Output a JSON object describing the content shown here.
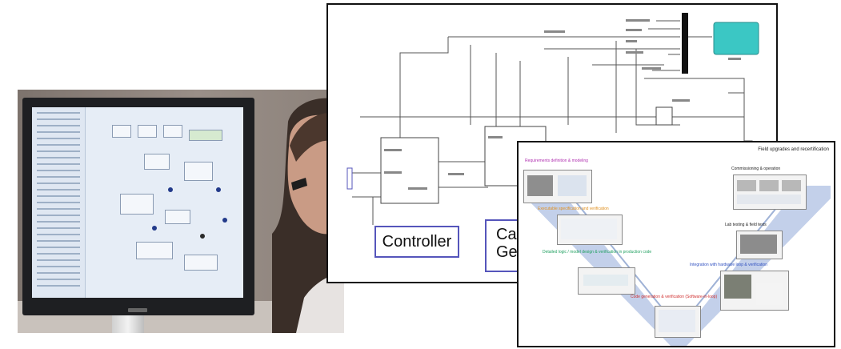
{
  "simulink": {
    "controller_label": "Controller",
    "cg_label_line1": "Ca",
    "cg_label_line2": "Ge"
  },
  "vmodel": {
    "top_right_caption": "Field upgrades and recertification",
    "step1": "Requirements definition & modeling",
    "step2": "Executable specification and verification",
    "step3": "Detailed logic / model design & verification in production code",
    "step4": "Code generation & verification (Software-in-loop)",
    "step5": "Integration with hardware loop & verification",
    "step6": "Lab testing & field tests",
    "step7": "Commissioning & operation"
  },
  "colors": {
    "label_border": "#5555bb",
    "scope_block": "#3bc7c4",
    "v_band": "#b8c8e6",
    "step1": "#b030b0",
    "step2": "#e09020",
    "step3": "#20a060",
    "step4": "#d03030",
    "step5": "#3050c0"
  }
}
